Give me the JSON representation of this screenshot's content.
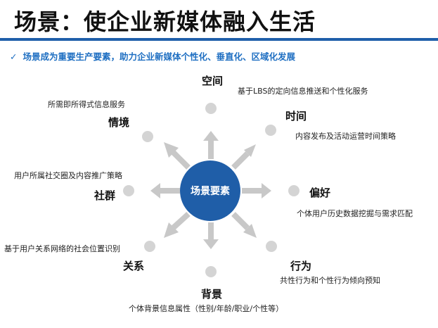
{
  "header": {
    "title": "场景：使企业新媒体融入生活",
    "subtitle": "场景成为重要生产要素，助力企业新媒体个性化、垂直化、区域化发展",
    "check_icon": "✓"
  },
  "center": {
    "label": "场景要素"
  },
  "colors": {
    "accent": "#1f5faa",
    "arrow": "#c8c8c8",
    "dot": "#d4d4d4",
    "subtitle": "#1f6fc2"
  },
  "nodes": [
    {
      "id": "space",
      "title": "空间",
      "desc": "基于LBS的定向信息推送和个性化服务"
    },
    {
      "id": "time",
      "title": "时间",
      "desc": "内容发布及活动运营时间策略"
    },
    {
      "id": "preference",
      "title": "偏好",
      "desc": "个体用户历史数据挖掘与需求匹配"
    },
    {
      "id": "behavior",
      "title": "行为",
      "desc": "共性行为和个性行为倾向预知"
    },
    {
      "id": "background",
      "title": "背景",
      "desc": "个体背景信息属性（性别/年龄/职业/个性等）"
    },
    {
      "id": "relation",
      "title": "关系",
      "desc": "基于用户关系网络的社会位置识别"
    },
    {
      "id": "community",
      "title": "社群",
      "desc": "用户所属社交圈及内容推广策略"
    },
    {
      "id": "situation",
      "title": "情境",
      "desc": "所需即所得式信息服务"
    }
  ]
}
